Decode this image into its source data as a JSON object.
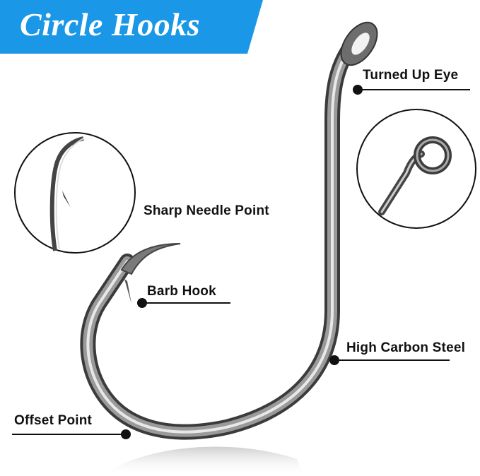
{
  "banner": {
    "title": "Circle Hooks",
    "background_color": "#1a97e6",
    "text_color": "#ffffff"
  },
  "callouts": [
    {
      "id": "turned-up-eye",
      "label": "Turned Up Eye"
    },
    {
      "id": "sharp-needle-point",
      "label": "Sharp Needle Point"
    },
    {
      "id": "barb-hook",
      "label": "Barb Hook"
    },
    {
      "id": "high-carbon-steel",
      "label": "High Carbon Steel"
    },
    {
      "id": "offset-point",
      "label": "Offset Point"
    }
  ],
  "insets": [
    {
      "id": "needle-point-detail",
      "depicts": "close-up of hook point and barb"
    },
    {
      "id": "eye-detail",
      "depicts": "close-up of turned up eye"
    }
  ],
  "colors": {
    "label_text": "#111111",
    "steel_dark": "#3a3a3a",
    "steel_light": "#d8d8d8"
  }
}
